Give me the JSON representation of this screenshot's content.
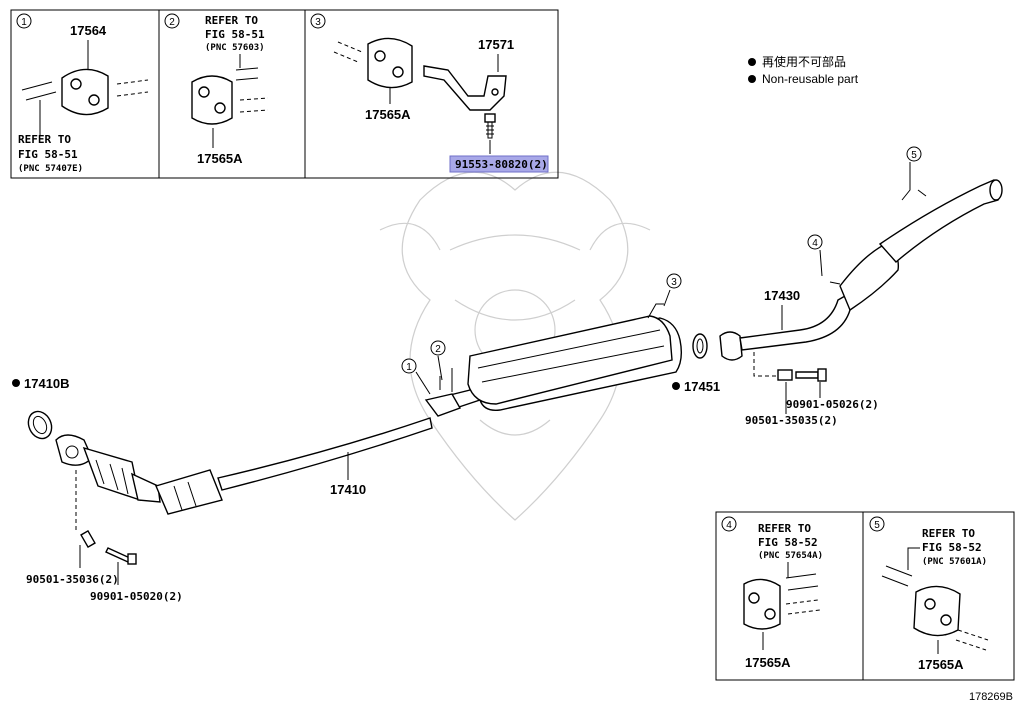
{
  "diagram_id": "178269B",
  "legend": {
    "jp": "再使用不可部品",
    "en": "Non-reusable part"
  },
  "insets": [
    {
      "num": "1",
      "part": "17564",
      "ref": [
        "REFER TO",
        "FIG 58-51",
        "(PNC 57407E)"
      ]
    },
    {
      "num": "2",
      "part": "17565A",
      "ref": [
        "REFER TO",
        "FIG 58-51",
        "(PNC 57603)"
      ]
    },
    {
      "num": "3",
      "parts": [
        "17571",
        "17565A"
      ],
      "highlighted_part": "91553-80820(2)"
    },
    {
      "num": "4",
      "part": "17565A",
      "ref": [
        "REFER TO",
        "FIG 58-52",
        "(PNC 57654A)"
      ]
    },
    {
      "num": "5",
      "part": "17565A",
      "ref": [
        "REFER TO",
        "FIG 58-52",
        "(PNC 57601A)"
      ]
    }
  ],
  "main": {
    "callouts": [
      "1",
      "2",
      "3",
      "4",
      "5"
    ],
    "parts": {
      "gasket_front": "17410B",
      "front_pipe": "17410",
      "gasket_center": "17451",
      "tail_pipe": "17430",
      "bolt_rear": "90901-05026(2)",
      "nut_rear": "90501-35035(2)",
      "nut_front": "90501-35036(2)",
      "bolt_front": "90901-05020(2)"
    }
  },
  "colors": {
    "highlight": "#a8a8e8",
    "line": "#000000",
    "watermark": "#cfcfcf"
  }
}
